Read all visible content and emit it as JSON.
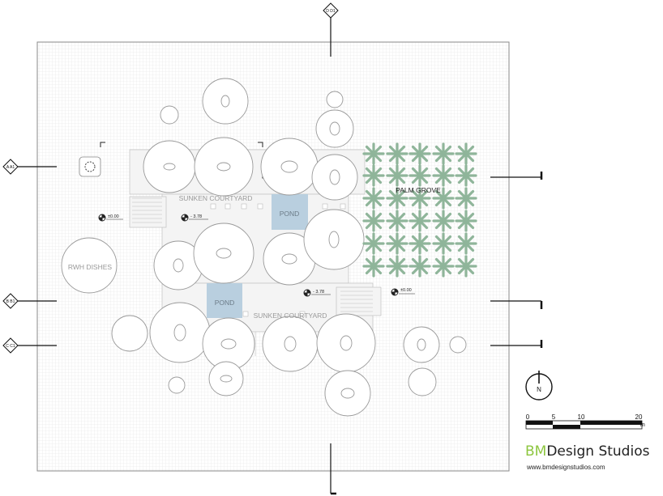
{
  "plan": {
    "labels": {
      "sunken_courtyard_top": "SUNKEN COURTYARD",
      "sunken_courtyard_bottom": "SUNKEN COURTYARD",
      "pond_top": "POND",
      "pond_bottom": "POND",
      "palm_grove": "PALM GROVE",
      "rwh_dishes": "RWH DISHES"
    },
    "levels": {
      "left": "±0.00",
      "sunken_top": "- 3.78",
      "sunken_bottom": "- 3.78",
      "right": "±0.00"
    },
    "section_markers": {
      "top": "D D1",
      "left_a": "A A1",
      "left_b": "B B1",
      "left_c": "C C1"
    },
    "north_label": "N",
    "scale_bar": {
      "ticks": [
        "0",
        "5",
        "10",
        "20"
      ],
      "unit": "m"
    },
    "colors": {
      "pond": "#b9cfdf",
      "palm": "#8fb59a",
      "grid": "#e6e6e6",
      "outline": "#888888"
    }
  },
  "brand": {
    "bm": "BM",
    "rest": "Design Studios",
    "website": "www.bmdesignstudios.com"
  }
}
